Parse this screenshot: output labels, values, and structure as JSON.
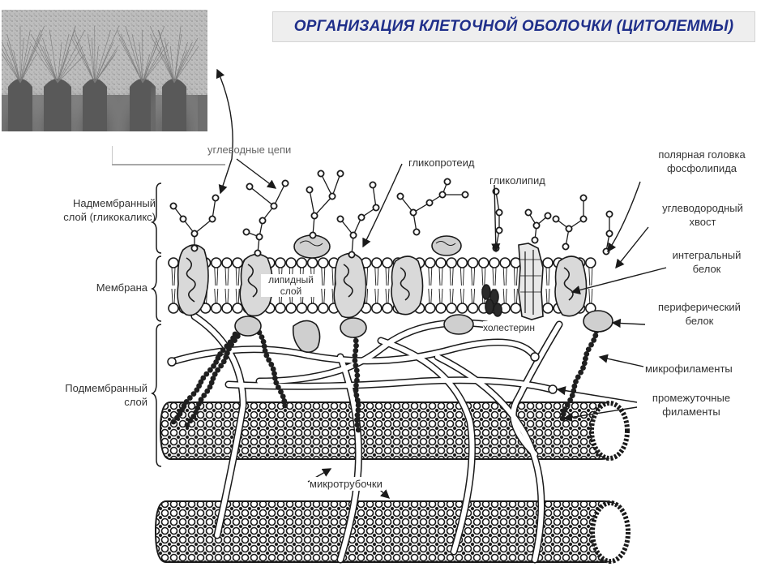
{
  "title": "ОРГАНИЗАЦИЯ КЛЕТОЧНОЙ ОБОЛОЧКИ (ЦИТОЛЕММЫ)",
  "left_labels": {
    "supramembrane": [
      "Надмембранный",
      "слой (гликокаликс)"
    ],
    "membrane": "Мембрана",
    "submembrane": [
      "Подмембранный",
      "слой"
    ]
  },
  "labels": {
    "carbohydrate_chains": "углеводные цепи",
    "glycoprotein": "гликопротеид",
    "glycolipid": "гликолипид",
    "polar_head": [
      "полярная головка",
      "фосфолипида"
    ],
    "hydrocarbon_tail": [
      "углеводородный",
      "хвост"
    ],
    "integral_protein": [
      "интегральный",
      "белок"
    ],
    "lipid_layer": [
      "липидный",
      "слой"
    ],
    "peripheral_protein": [
      "периферический",
      "белок"
    ],
    "cholesterol": "холестерин",
    "microfilaments": "микрофиламенты",
    "intermediate_filaments": [
      "промежуточные",
      "филаменты"
    ],
    "microtubules": "микротрубочки"
  },
  "colors": {
    "title_text": "#1f2f8a",
    "title_box": "#eeeeee",
    "ink": "#1a1a1a"
  }
}
